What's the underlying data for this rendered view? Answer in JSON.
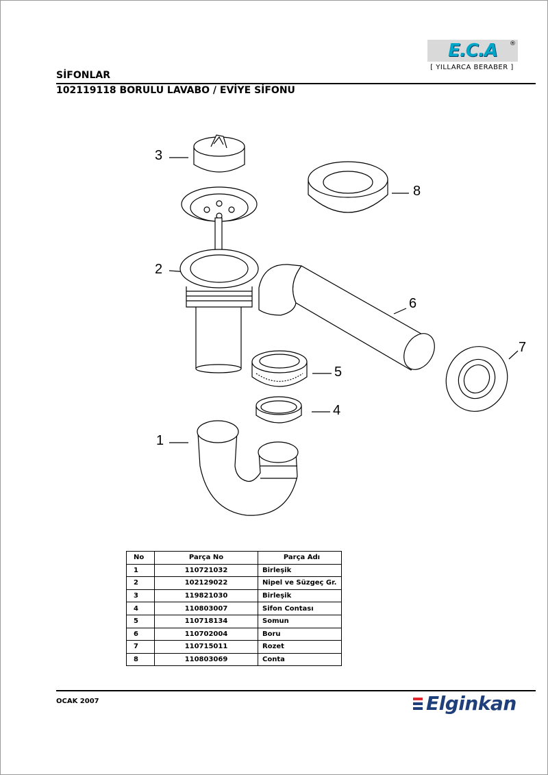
{
  "header": {
    "logo_text": "E.C.A",
    "logo_mark": "®",
    "tagline": "[ YILLARCA BERABER ]",
    "section": "SİFONLAR",
    "product": "102119118 BORULU LAVABO / EVİYE SİFONU"
  },
  "diagram": {
    "callouts": [
      "1",
      "2",
      "3",
      "4",
      "5",
      "6",
      "7",
      "8"
    ]
  },
  "table": {
    "headers": [
      "No",
      "Parça No",
      "Parça Adı"
    ],
    "rows": [
      [
        "1",
        "110721032",
        "Birleşik"
      ],
      [
        "2",
        "102129022",
        "Nipel ve Süzgeç Gr."
      ],
      [
        "3",
        "119821030",
        "Birleşik"
      ],
      [
        "4",
        "110803007",
        "Sifon Contası"
      ],
      [
        "5",
        "110718134",
        "Somun"
      ],
      [
        "6",
        "110702004",
        "Boru"
      ],
      [
        "7",
        "110715011",
        "Rozet"
      ],
      [
        "8",
        "110803069",
        "Conta"
      ]
    ]
  },
  "footer": {
    "date": "OCAK 2007",
    "brand": "Elginkan"
  },
  "colors": {
    "logo": "#00a6c8",
    "brand_blue": "#1f3f7a",
    "brand_red": "#e0262b"
  }
}
